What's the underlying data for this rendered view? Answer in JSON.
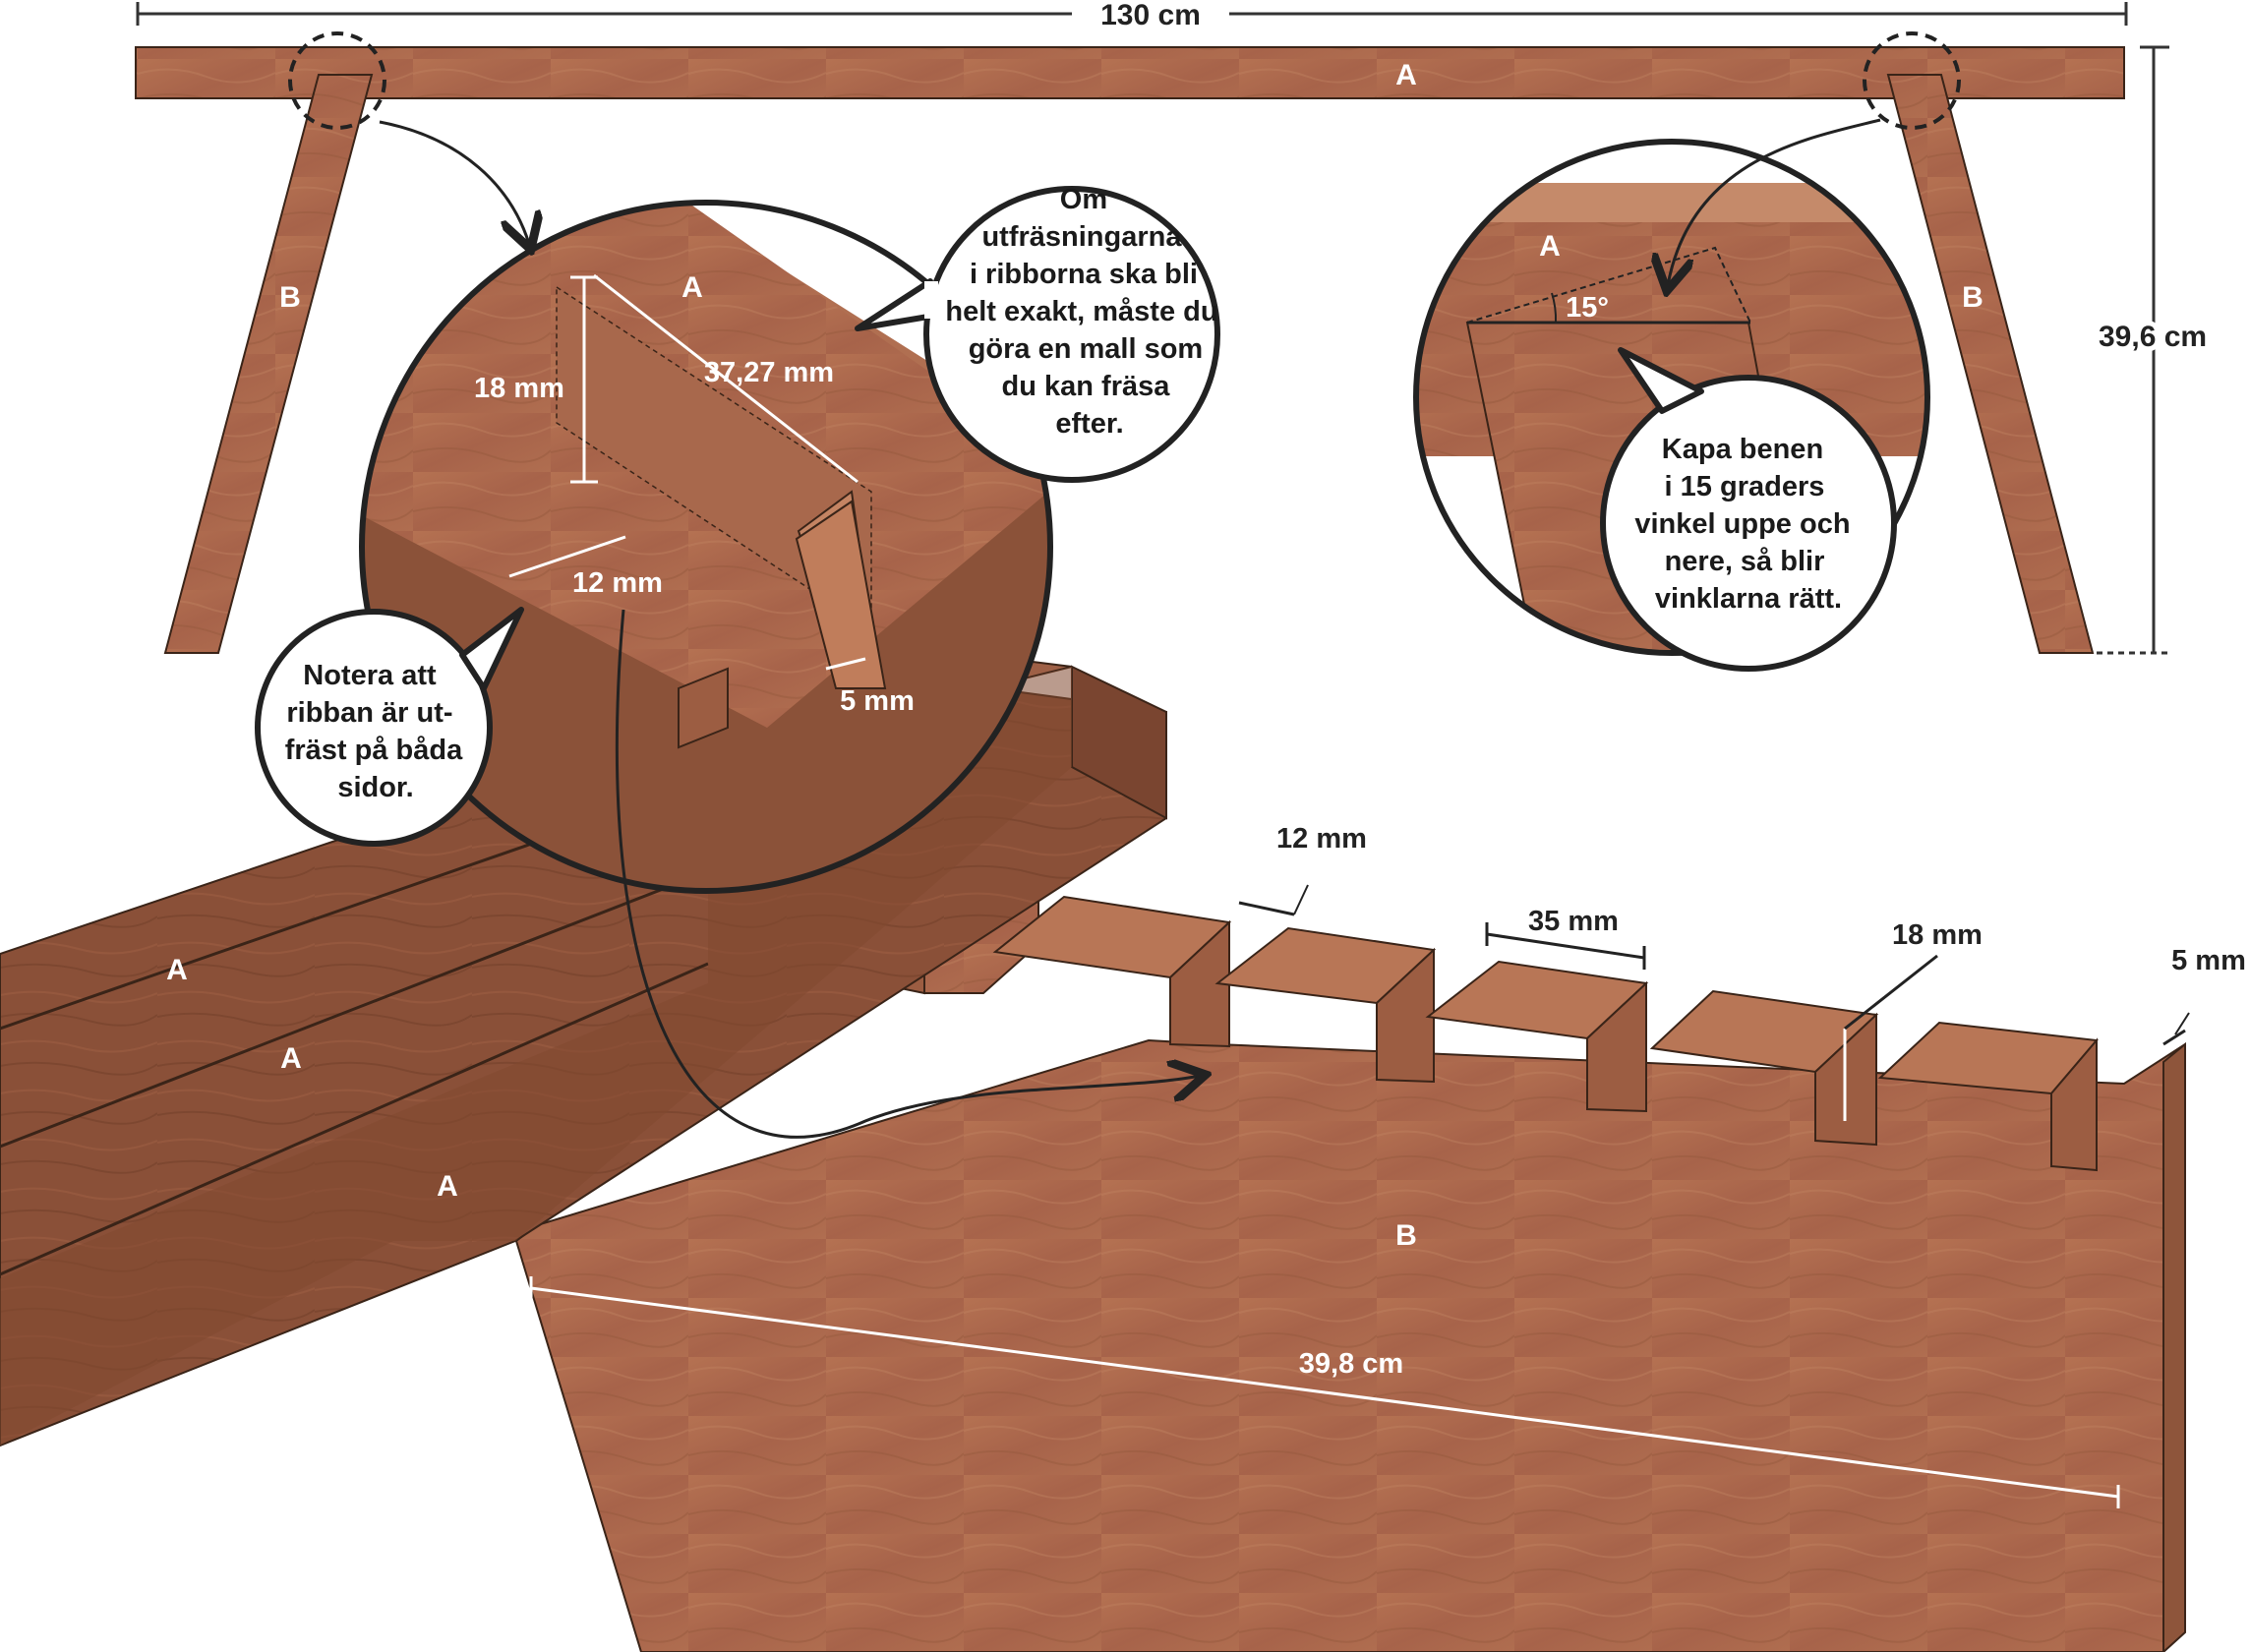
{
  "colors": {
    "wood_light": "#b06c4e",
    "wood_mid": "#9a5a3d",
    "wood_dark": "#7a4530",
    "outline": "#3a2418",
    "dimension_line": "#333333",
    "callout_line": "#222222"
  },
  "top_view": {
    "overall_width": "130 cm",
    "height": "39,6 cm",
    "top_board_label": "A",
    "left_leg_label": "B",
    "right_leg_label": "B"
  },
  "detail_left": {
    "board_label": "A",
    "dim_height": "18 mm",
    "dim_length": "37,27 mm",
    "dim_width": "12 mm",
    "dim_depth": "5 mm"
  },
  "detail_right": {
    "board_label": "A",
    "angle": "15°"
  },
  "bubbles": {
    "template_note": [
      "Om",
      "utfräsningarna",
      "i ribborna ska bli",
      "helt exakt, måste du",
      "göra en mall som",
      "du kan fräsa",
      "efter."
    ],
    "both_sides_note": [
      "Notera att",
      "ribban är ut-",
      "fräst på båda",
      "sidor."
    ],
    "angle_note": [
      "Kapa benen",
      "i 15 graders",
      "vinkel uppe och",
      "nere, så blir",
      "vinklarna rätt."
    ]
  },
  "bottom_view": {
    "slat_labels": [
      "A",
      "A",
      "A"
    ],
    "leg_label": "B",
    "dim_slot_width": "12 mm",
    "dim_tooth_width": "35 mm",
    "dim_slot_depth": "18 mm",
    "dim_thickness": "5 mm",
    "dim_leg_width": "39,8 cm"
  }
}
